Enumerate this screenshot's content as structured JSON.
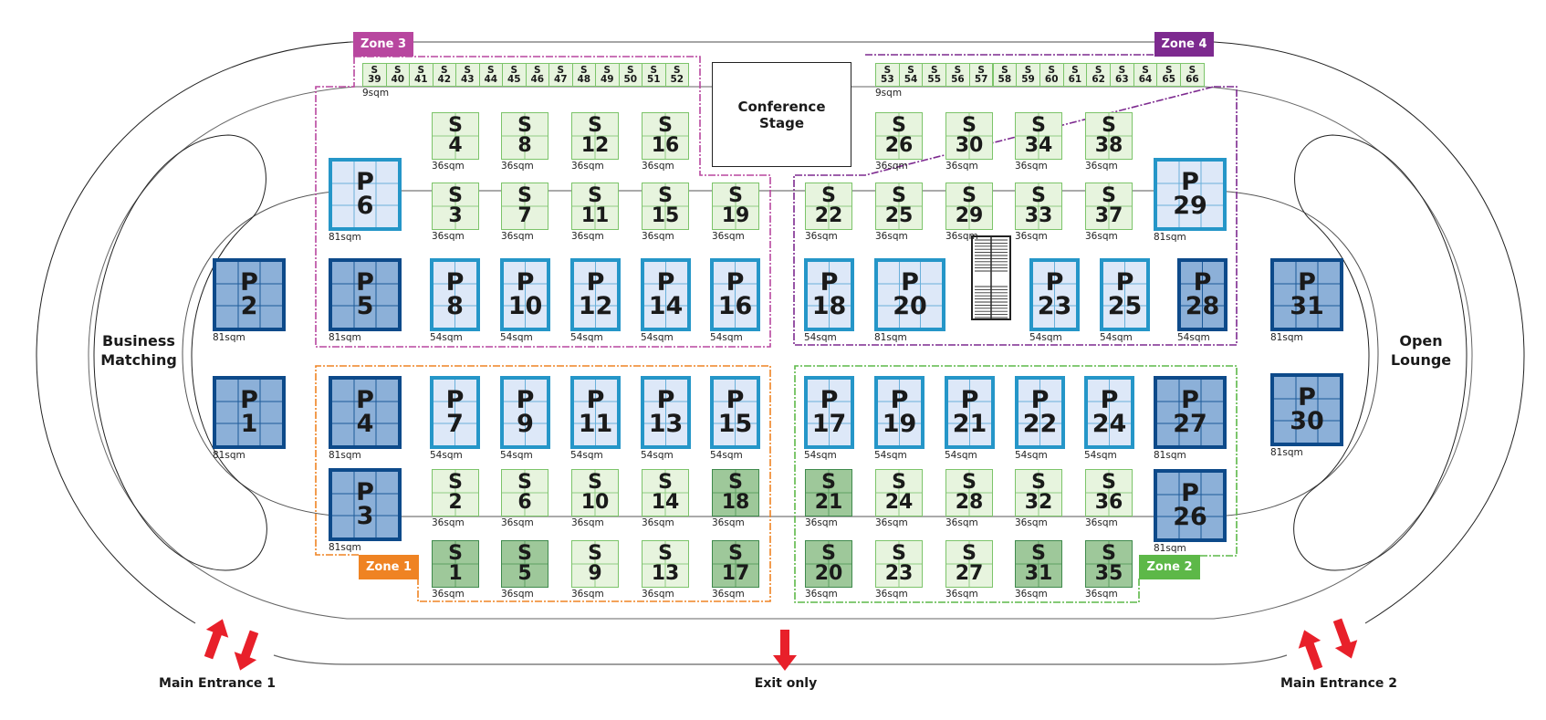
{
  "zones": [
    {
      "label": "Zone 3",
      "color": "#b8479f"
    },
    {
      "label": "Zone 4",
      "color": "#7d2a8f"
    },
    {
      "label": "Zone 1",
      "color": "#ef8323"
    },
    {
      "label": "Zone 2",
      "color": "#5db848"
    }
  ],
  "areas": {
    "business_matching": [
      "Business",
      "Matching"
    ],
    "open_lounge": [
      "Open",
      "Lounge"
    ],
    "conference_stage": [
      "Conference",
      "Stage"
    ]
  },
  "entrances": {
    "main1": "Main Entrance 1",
    "exit": "Exit only",
    "main2": "Main Entrance 2"
  },
  "small_strip": {
    "area": "9sqm",
    "zone3": [
      "39",
      "40",
      "41",
      "42",
      "43",
      "44",
      "45",
      "46",
      "47",
      "48",
      "49",
      "50",
      "51",
      "52"
    ],
    "zone4": [
      "53",
      "54",
      "55",
      "56",
      "57",
      "58",
      "59",
      "60",
      "61",
      "62",
      "63",
      "64",
      "65",
      "66"
    ],
    "prefix": "S"
  },
  "booths": [
    {
      "id": "P1",
      "label": "P",
      "number": "1",
      "area": "81sqm",
      "shade": "dark"
    },
    {
      "id": "P2",
      "label": "P",
      "number": "2",
      "area": "81sqm",
      "shade": "dark"
    },
    {
      "id": "P3",
      "label": "P",
      "number": "3",
      "area": "81sqm",
      "shade": "dark"
    },
    {
      "id": "P4",
      "label": "P",
      "number": "4",
      "area": "81sqm",
      "shade": "dark"
    },
    {
      "id": "P5",
      "label": "P",
      "number": "5",
      "area": "81sqm",
      "shade": "dark"
    },
    {
      "id": "P6",
      "label": "P",
      "number": "6",
      "area": "81sqm",
      "shade": "light"
    },
    {
      "id": "P7",
      "label": "P",
      "number": "7",
      "area": "54sqm",
      "shade": "light"
    },
    {
      "id": "P8",
      "label": "P",
      "number": "8",
      "area": "54sqm",
      "shade": "light"
    },
    {
      "id": "P9",
      "label": "P",
      "number": "9",
      "area": "54sqm",
      "shade": "light"
    },
    {
      "id": "P10",
      "label": "P",
      "number": "10",
      "area": "54sqm",
      "shade": "light"
    },
    {
      "id": "P11",
      "label": "P",
      "number": "11",
      "area": "54sqm",
      "shade": "light"
    },
    {
      "id": "P12",
      "label": "P",
      "number": "12",
      "area": "54sqm",
      "shade": "light"
    },
    {
      "id": "P13",
      "label": "P",
      "number": "13",
      "area": "54sqm",
      "shade": "light"
    },
    {
      "id": "P14",
      "label": "P",
      "number": "14",
      "area": "54sqm",
      "shade": "light"
    },
    {
      "id": "P15",
      "label": "P",
      "number": "15",
      "area": "54sqm",
      "shade": "light"
    },
    {
      "id": "P16",
      "label": "P",
      "number": "16",
      "area": "54sqm",
      "shade": "light"
    },
    {
      "id": "P17",
      "label": "P",
      "number": "17",
      "area": "54sqm",
      "shade": "light"
    },
    {
      "id": "P18",
      "label": "P",
      "number": "18",
      "area": "54sqm",
      "shade": "light"
    },
    {
      "id": "P19",
      "label": "P",
      "number": "19",
      "area": "54sqm",
      "shade": "light"
    },
    {
      "id": "P20",
      "label": "P",
      "number": "20",
      "area": "81sqm",
      "shade": "light"
    },
    {
      "id": "P21",
      "label": "P",
      "number": "21",
      "area": "54sqm",
      "shade": "light"
    },
    {
      "id": "P22",
      "label": "P",
      "number": "22",
      "area": "54sqm",
      "shade": "light"
    },
    {
      "id": "P23",
      "label": "P",
      "number": "23",
      "area": "54sqm",
      "shade": "light"
    },
    {
      "id": "P24",
      "label": "P",
      "number": "24",
      "area": "54sqm",
      "shade": "light"
    },
    {
      "id": "P25",
      "label": "P",
      "number": "25",
      "area": "54sqm",
      "shade": "light"
    },
    {
      "id": "P26",
      "label": "P",
      "number": "26",
      "area": "81sqm",
      "shade": "dark"
    },
    {
      "id": "P27",
      "label": "P",
      "number": "27",
      "area": "81sqm",
      "shade": "dark"
    },
    {
      "id": "P28",
      "label": "P",
      "number": "28",
      "area": "54sqm",
      "shade": "dark"
    },
    {
      "id": "P29",
      "label": "P",
      "number": "29",
      "area": "81sqm",
      "shade": "light"
    },
    {
      "id": "P30",
      "label": "P",
      "number": "30",
      "area": "81sqm",
      "shade": "dark"
    },
    {
      "id": "P31",
      "label": "P",
      "number": "31",
      "area": "81sqm",
      "shade": "dark"
    },
    {
      "id": "S1",
      "label": "S",
      "number": "1",
      "area": "36sqm",
      "shade": "dark"
    },
    {
      "id": "S2",
      "label": "S",
      "number": "2",
      "area": "36sqm",
      "shade": "light"
    },
    {
      "id": "S3",
      "label": "S",
      "number": "3",
      "area": "36sqm",
      "shade": "light"
    },
    {
      "id": "S4",
      "label": "S",
      "number": "4",
      "area": "36sqm",
      "shade": "light"
    },
    {
      "id": "S5",
      "label": "S",
      "number": "5",
      "area": "36sqm",
      "shade": "dark"
    },
    {
      "id": "S6",
      "label": "S",
      "number": "6",
      "area": "36sqm",
      "shade": "light"
    },
    {
      "id": "S7",
      "label": "S",
      "number": "7",
      "area": "36sqm",
      "shade": "light"
    },
    {
      "id": "S8",
      "label": "S",
      "number": "8",
      "area": "36sqm",
      "shade": "light"
    },
    {
      "id": "S9",
      "label": "S",
      "number": "9",
      "area": "36sqm",
      "shade": "light"
    },
    {
      "id": "S10",
      "label": "S",
      "number": "10",
      "area": "36sqm",
      "shade": "light"
    },
    {
      "id": "S11",
      "label": "S",
      "number": "11",
      "area": "36sqm",
      "shade": "light"
    },
    {
      "id": "S12",
      "label": "S",
      "number": "12",
      "area": "36sqm",
      "shade": "light"
    },
    {
      "id": "S13",
      "label": "S",
      "number": "13",
      "area": "36sqm",
      "shade": "light"
    },
    {
      "id": "S14",
      "label": "S",
      "number": "14",
      "area": "36sqm",
      "shade": "light"
    },
    {
      "id": "S15",
      "label": "S",
      "number": "15",
      "area": "36sqm",
      "shade": "light"
    },
    {
      "id": "S16",
      "label": "S",
      "number": "16",
      "area": "36sqm",
      "shade": "light"
    },
    {
      "id": "S17",
      "label": "S",
      "number": "17",
      "area": "36sqm",
      "shade": "dark"
    },
    {
      "id": "S18",
      "label": "S",
      "number": "18",
      "area": "36sqm",
      "shade": "dark"
    },
    {
      "id": "S19",
      "label": "S",
      "number": "19",
      "area": "36sqm",
      "shade": "light"
    },
    {
      "id": "S20",
      "label": "S",
      "number": "20",
      "area": "36sqm",
      "shade": "dark"
    },
    {
      "id": "S21",
      "label": "S",
      "number": "21",
      "area": "36sqm",
      "shade": "dark"
    },
    {
      "id": "S22",
      "label": "S",
      "number": "22",
      "area": "36sqm",
      "shade": "light"
    },
    {
      "id": "S23",
      "label": "S",
      "number": "23",
      "area": "36sqm",
      "shade": "light"
    },
    {
      "id": "S24",
      "label": "S",
      "number": "24",
      "area": "36sqm",
      "shade": "light"
    },
    {
      "id": "S25",
      "label": "S",
      "number": "25",
      "area": "36sqm",
      "shade": "light"
    },
    {
      "id": "S26",
      "label": "S",
      "number": "26",
      "area": "36sqm",
      "shade": "light"
    },
    {
      "id": "S27",
      "label": "S",
      "number": "27",
      "area": "36sqm",
      "shade": "light"
    },
    {
      "id": "S28",
      "label": "S",
      "number": "28",
      "area": "36sqm",
      "shade": "light"
    },
    {
      "id": "S29",
      "label": "S",
      "number": "29",
      "area": "36sqm",
      "shade": "light"
    },
    {
      "id": "S30",
      "label": "S",
      "number": "30",
      "area": "36sqm",
      "shade": "light"
    },
    {
      "id": "S31",
      "label": "S",
      "number": "31",
      "area": "36sqm",
      "shade": "dark"
    },
    {
      "id": "S32",
      "label": "S",
      "number": "32",
      "area": "36sqm",
      "shade": "light"
    },
    {
      "id": "S33",
      "label": "S",
      "number": "33",
      "area": "36sqm",
      "shade": "light"
    },
    {
      "id": "S34",
      "label": "S",
      "number": "34",
      "area": "36sqm",
      "shade": "light"
    },
    {
      "id": "S35",
      "label": "S",
      "number": "35",
      "area": "36sqm",
      "shade": "dark"
    },
    {
      "id": "S36",
      "label": "S",
      "number": "36",
      "area": "36sqm",
      "shade": "light"
    },
    {
      "id": "S37",
      "label": "S",
      "number": "37",
      "area": "36sqm",
      "shade": "light"
    },
    {
      "id": "S38",
      "label": "S",
      "number": "38",
      "area": "36sqm",
      "shade": "light"
    }
  ],
  "icons": {
    "entrance": "bidirectional-arrow-icon",
    "exit": "down-arrow-icon",
    "stairs": "stairs-icon"
  },
  "colors": {
    "arrow": "#e8202a"
  }
}
